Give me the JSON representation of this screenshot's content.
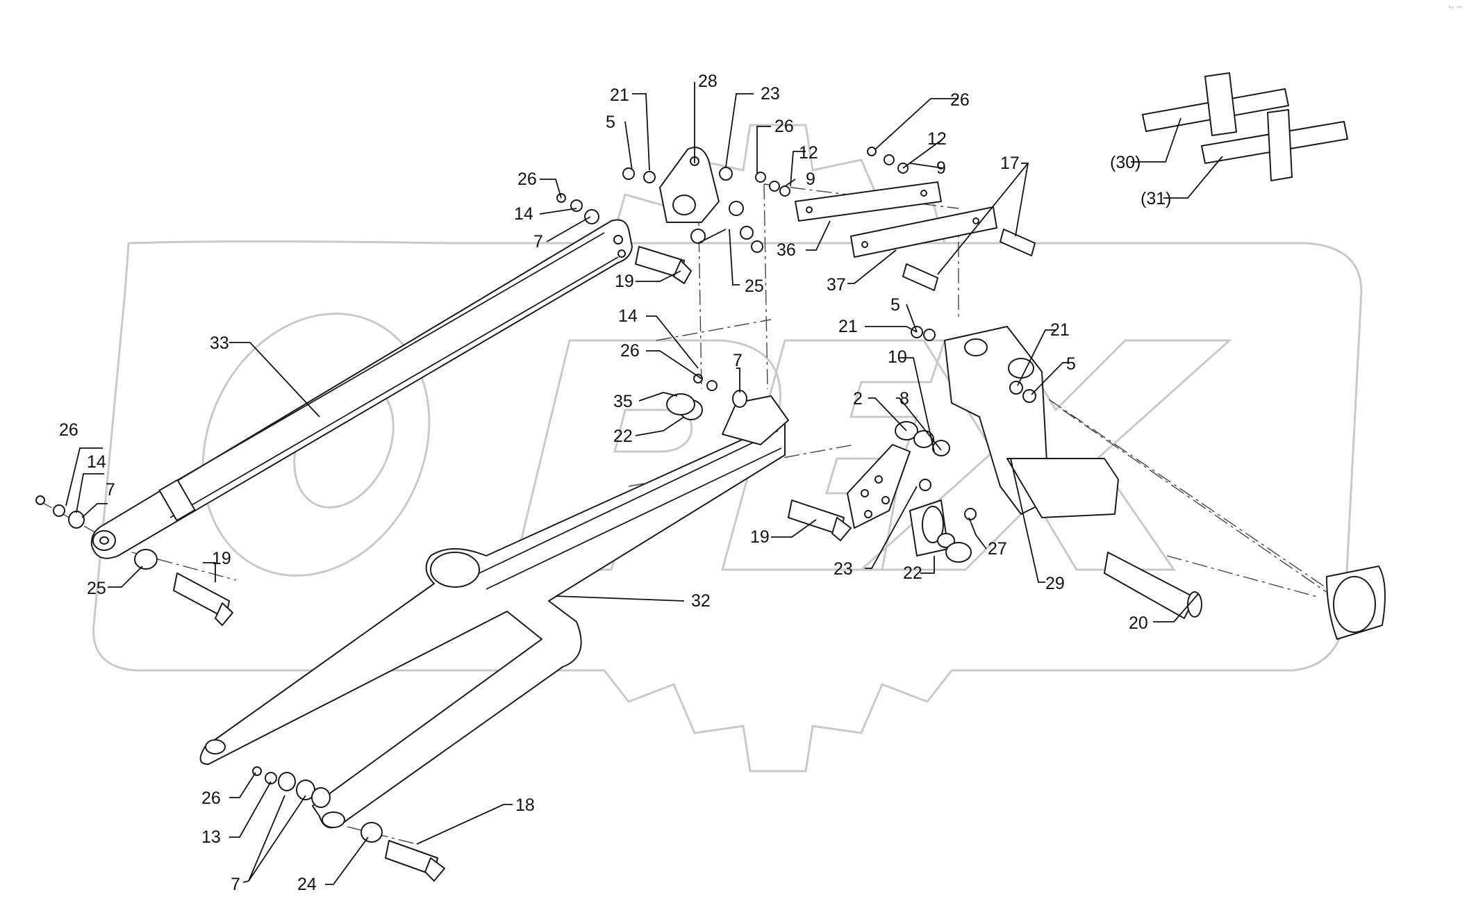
{
  "page": {
    "corner_mark": "°⁺ °°"
  },
  "watermark": {
    "text": "OPEX",
    "color": "#c9c9c9"
  },
  "colors": {
    "line": "#1a1a1a",
    "background": "#ffffff"
  },
  "labels": [
    {
      "id": "l21a",
      "text": "21"
    },
    {
      "id": "l28",
      "text": "28"
    },
    {
      "id": "l23a",
      "text": "23"
    },
    {
      "id": "l5a",
      "text": "5"
    },
    {
      "id": "l26a",
      "text": "26"
    },
    {
      "id": "l12a",
      "text": "12"
    },
    {
      "id": "l9a",
      "text": "9"
    },
    {
      "id": "l26b",
      "text": "26"
    },
    {
      "id": "l14a",
      "text": "14"
    },
    {
      "id": "l7a",
      "text": "7"
    },
    {
      "id": "l26c",
      "text": "26"
    },
    {
      "id": "l12b",
      "text": "12"
    },
    {
      "id": "l9b",
      "text": "9"
    },
    {
      "id": "l17",
      "text": "17"
    },
    {
      "id": "l30",
      "text": "(30)"
    },
    {
      "id": "l31",
      "text": "(31)"
    },
    {
      "id": "l36",
      "text": "36"
    },
    {
      "id": "l37",
      "text": "37"
    },
    {
      "id": "l19a",
      "text": "19"
    },
    {
      "id": "l25a",
      "text": "25"
    },
    {
      "id": "l33",
      "text": "33"
    },
    {
      "id": "l14b",
      "text": "14"
    },
    {
      "id": "l26d",
      "text": "26"
    },
    {
      "id": "l7b",
      "text": "7"
    },
    {
      "id": "l35",
      "text": "35"
    },
    {
      "id": "l22a",
      "text": "22"
    },
    {
      "id": "l5b",
      "text": "5"
    },
    {
      "id": "l21b",
      "text": "21"
    },
    {
      "id": "l21c",
      "text": "21"
    },
    {
      "id": "l10",
      "text": "10"
    },
    {
      "id": "l5c",
      "text": "5"
    },
    {
      "id": "l2",
      "text": "2"
    },
    {
      "id": "l8",
      "text": "8"
    },
    {
      "id": "l26e",
      "text": "26"
    },
    {
      "id": "l14c",
      "text": "14"
    },
    {
      "id": "l7c",
      "text": "7"
    },
    {
      "id": "l19b",
      "text": "19"
    },
    {
      "id": "l23b",
      "text": "23"
    },
    {
      "id": "l22b",
      "text": "22"
    },
    {
      "id": "l27",
      "text": "27"
    },
    {
      "id": "l29",
      "text": "29"
    },
    {
      "id": "l25b",
      "text": "25"
    },
    {
      "id": "l19c",
      "text": "19"
    },
    {
      "id": "l32",
      "text": "32"
    },
    {
      "id": "l20",
      "text": "20"
    },
    {
      "id": "l18",
      "text": "18"
    },
    {
      "id": "l26f",
      "text": "26"
    },
    {
      "id": "l13",
      "text": "13"
    },
    {
      "id": "l7d",
      "text": "7"
    },
    {
      "id": "l24",
      "text": "24"
    }
  ]
}
